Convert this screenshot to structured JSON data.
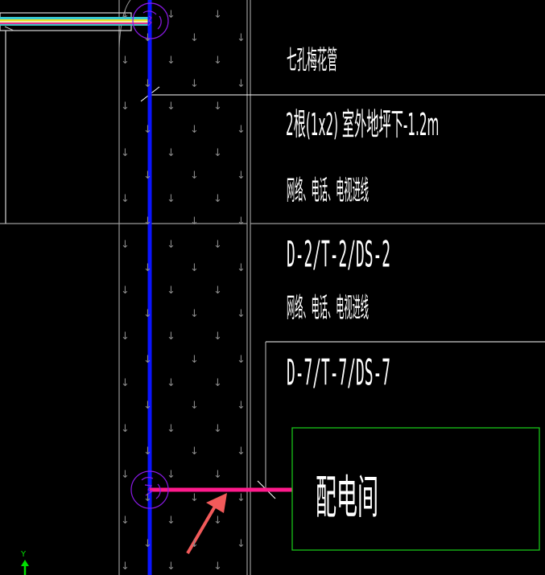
{
  "drawing": {
    "background": "#000000",
    "colors": {
      "pipe_blue": "#0a14ff",
      "pink_line": "#ff1a8c",
      "room_green": "#19c419",
      "circle_purple": "#8a1ae6",
      "text_white": "#ffffff",
      "wall_gray": "#9a9a9a",
      "hatch_gray": "#8a8a8a",
      "annotation_arrow": "#f25a5a"
    },
    "labels": {
      "pipe_type": "七孔梅花管",
      "pipe_spec": "2根(1x2) 室外地坪下-1.2m",
      "lines_1": "网络、电话、电视进线",
      "code_1": "D-2/T-2/DS-2",
      "lines_2": "网络、电话、电视进线",
      "code_2": "D-7/T-7/DS-7",
      "room_name": "配电间"
    },
    "hatch_symbol": "↓",
    "ucs": {
      "axis_label": "Y"
    },
    "annotation": {
      "type": "arrow",
      "points_to": "pink-cable-line"
    }
  }
}
